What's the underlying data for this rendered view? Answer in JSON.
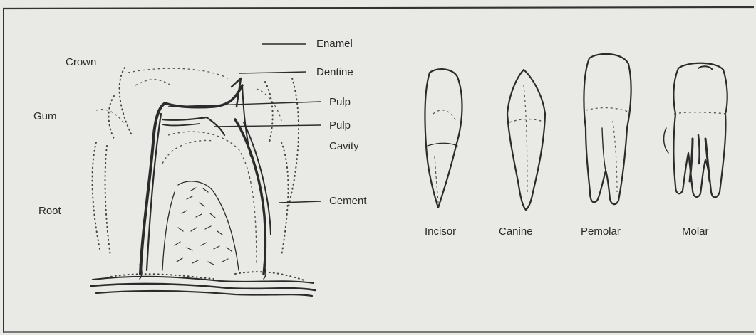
{
  "diagram": {
    "section_labels": {
      "crown": "Crown",
      "gum": "Gum",
      "root": "Root"
    },
    "part_labels": {
      "enamel": "Enamel",
      "dentine": "Dentine",
      "pulp": "Pulp",
      "pulp_cavity_line1": "Pulp",
      "pulp_cavity_line2": "Cavity",
      "cement": "Cement"
    },
    "tooth_types": {
      "incisor": "Incisor",
      "canine": "Canine",
      "premolar": "Pemolar",
      "molar": "Molar"
    }
  }
}
